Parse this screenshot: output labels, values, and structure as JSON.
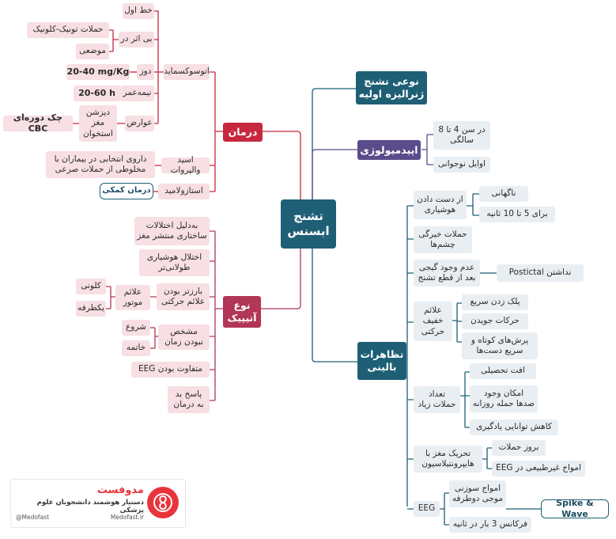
{
  "center": "تشنج\nابسنس",
  "right": {
    "type": {
      "title": "نوعی تشنج\nژنرالیزه اولیه"
    },
    "epi": {
      "title": "اپیدمیولوژی",
      "age": "در سن 4 تا 8\nسالگی",
      "teen": "اوایل نوجوانی"
    },
    "clinical": {
      "title": "تظاهرات\nبالینی",
      "loss": "از دست دادن\nهوشیاری",
      "sudden": "ناگهانی",
      "duration": "برای 5 تا 10 ثانیه",
      "blank": "حملات خیرگی\nچشم‌ها",
      "noconf": "عدم وجود گیجی\nبعد از قطع تشنج",
      "postictal": "نداشتن Postictal",
      "mild": "علائم\nخفیف\nحرکتی",
      "blink": "پلک زدن سریع",
      "chew": "حرکات جویدن",
      "jerks": "پرش‌های کوتاه و\nسریع دست‌ها",
      "freq": "تعداد\nحملات زیاد",
      "school": "افت تحصیلی",
      "hundreds": "امکان وجود\nصدها حمله روزانه",
      "learning": "کاهش توانایی یادگیری",
      "hv": "تحریک مغز با\nهایپرونتیلاسیون",
      "attacks": "بروز حملات",
      "abneeg": "امواج غیرطبیعی در EEG",
      "eeg": "EEG",
      "spikewave": "امواج سوزنی\nموجی دوطرفه",
      "freq3": "فرکانس 3 بار در ثانیه",
      "spikelabel": "Spike & Wave"
    }
  },
  "left": {
    "treat": {
      "title": "درمان",
      "etho": "اتوسوکسماید",
      "firstline": "خط اول",
      "nofx": "بی اثر در",
      "tonic": "حملات تونیک-کلونیک",
      "focal": "موضعی",
      "dose": "دوز",
      "doseval": "20-40 mg/Kg",
      "half": "نیمه‌عمر",
      "halfval": "20-60 h",
      "side": "عوارض",
      "sideitems": "دیزشن\nمغز\nاستخوان",
      "cbc": "چک دوره‌ای CBC",
      "valp": "اسید والپروات",
      "valpdesc": "داروی انتخابی در بیماران با\nمخلوطی از حملات صرعی",
      "ethoz": "استازولامید",
      "aux": "درمان کمکی"
    },
    "atyp": {
      "title": "نوع\nآتیپیک",
      "cause": "به‌دلیل اختلالات\nساختاری منتشر مغز",
      "longer": "اختلال هوشیاری\nطولانی‌تر",
      "motor": "بارزتر بودن\nعلائم حرکتی",
      "motorsign": "علائم\nموتور",
      "clonic": "کلونی",
      "unilat": "یکطرفه",
      "unclear": "مشخص\nنبودن زمان",
      "start": "شروع",
      "end": "خاتمه",
      "eegdiff": "متفاوت بودن EEG",
      "resp": "پاسخ بد\nبه درمان"
    }
  },
  "logo": {
    "brand": "مدوفست",
    "tagline": "دستیار هوشمند دانشجویان علوم پزشکی",
    "handle1": "@Medofast",
    "handle2": "Medofast.ir"
  },
  "colors": {
    "center": "#1e5f76",
    "type": "#1e5f76",
    "epi": "#5a4b8a",
    "clinical": "#1e5f76",
    "treat": "#c7283d",
    "atyp": "#b23656"
  }
}
